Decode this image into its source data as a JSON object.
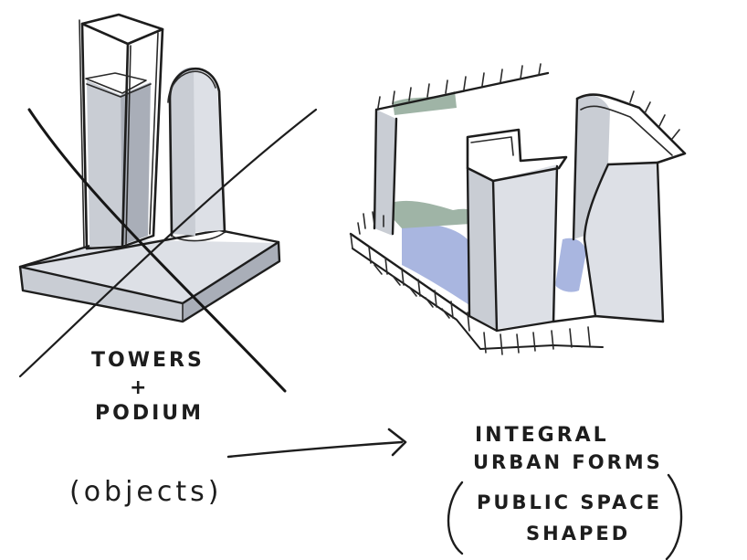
{
  "left_sketch": {
    "label_line1": "TOWERS",
    "label_line2": "+",
    "label_line3": "PODIUM",
    "caption": "(objects)"
  },
  "right_sketch": {
    "label_line1": "INTEGRAL",
    "label_line2": "URBAN FORMS",
    "caption_line1": "PUBLIC SPACE",
    "caption_line2": "SHAPED"
  },
  "colors": {
    "ink": "#1d1d1d",
    "wash_grey": "#c9cdd4",
    "wash_blue": "#a9b6e0",
    "wash_green": "#9fb4a6"
  }
}
